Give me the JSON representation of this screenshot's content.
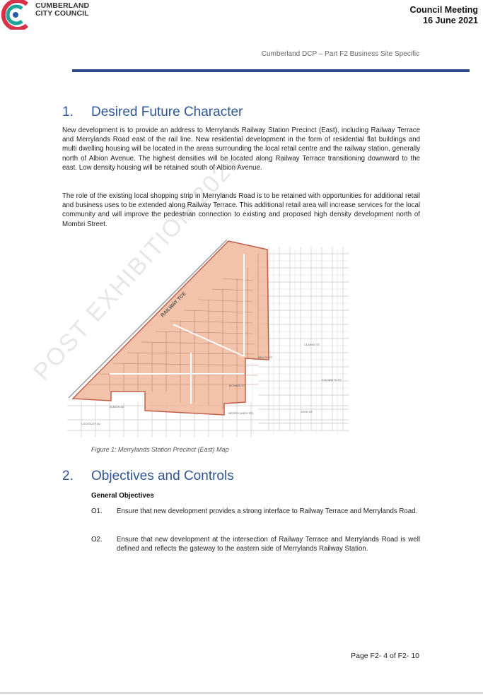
{
  "header": {
    "logo_line1": "CUMBERLAND",
    "logo_line2": "CITY COUNCIL",
    "meeting_title": "Council Meeting",
    "meeting_date": "16 June 2021",
    "dcp_reference": "Cumberland DCP – Part F2 Business Site Specific",
    "colors": {
      "rule": "#2c4a8c",
      "logo_red": "#d6334a",
      "logo_teal": "#1da39a",
      "logo_blue": "#2a5aa8"
    }
  },
  "section1": {
    "number": "1.",
    "title": "Desired Future Character",
    "paragraphs": [
      "New development is to provide an address to Merrylands Railway Station Precinct (East), including Railway Terrace and Merrylands Road east of the rail line. New residential development in the form of residential flat buildings and multi dwelling housing will be located in the areas surrounding the local retail centre and the railway station, generally north of Albion Avenue. The highest densities will be located along Railway Terrace transitioning downward to the east. Low density housing will be retained south of Albion Avenue.",
      "The role of the existing local shopping strip in Merrylands Road is to be retained with opportunities for additional retail and business uses to be extended along Railway Terrace. This additional retail area will increase services for the local community and will improve the pedestrian connection to existing and proposed high density development north of Mombri Street."
    ]
  },
  "map": {
    "precinct_color": "#f0b79c",
    "outline_color": "#c0604a",
    "labels": {
      "railway": "RAILWAY TCE",
      "albion": "ALBION AV",
      "merrylands": "MERRYLANDS RD",
      "mombri": "MOMBRI ST",
      "clarke": "CLARKE ST",
      "elizabeth": "ELIZABETH ST",
      "john": "JOHN ST",
      "bruce": "BRUCE ST",
      "lockeley": "LOCKSLEY AV"
    }
  },
  "figure_caption": "Figure 1: Merrylands Station Precinct (East) Map",
  "section2": {
    "number": "2.",
    "title": "Objectives and Controls",
    "subheading": "General Objectives",
    "objectives": [
      {
        "code": "O1.",
        "text": "Ensure that new development provides a strong interface to Railway Terrace and Merrylands Road."
      },
      {
        "code": "O2.",
        "text": "Ensure that new development at the intersection of Railway Terrace and Merrylands Road is well defined and reflects the gateway to the eastern side of Merrylands Railway Station."
      }
    ]
  },
  "page_number": "Page F2- 4 of F2- 10",
  "watermark": "POST EXHIBITION 2021"
}
